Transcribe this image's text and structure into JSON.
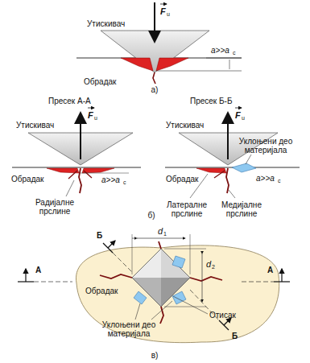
{
  "diagram": {
    "labels": [
      "Утискивач",
      "F",
      "u",
      "Обрадак",
      "a>>a",
      "c",
      "а)",
      "Пресек А-А",
      "Утискивач",
      "F",
      "u",
      "Обрадак",
      "a>>a",
      "c",
      "Пресек Б-Б",
      "Утискивач",
      "F",
      "u",
      "Уклоњени део материјала",
      "Обрадак",
      "a>>a",
      "c",
      "Радијалне прслине",
      "Латералне прслине",
      "Медијалне прслине",
      "б)",
      "d",
      "1",
      "d",
      "2",
      "Б",
      "Б",
      "А",
      "А",
      "Обрадак",
      "Отисак",
      "Уклоњени део материјала",
      "в)"
    ]
  }
}
